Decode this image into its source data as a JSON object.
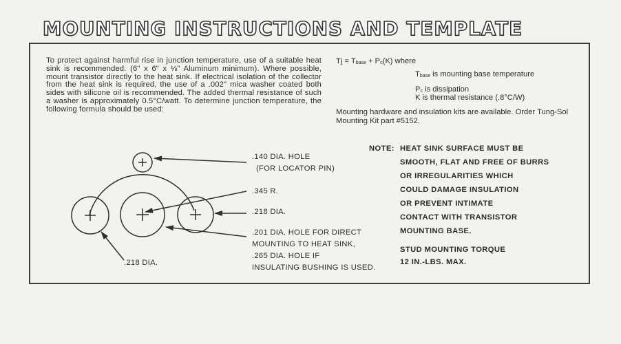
{
  "title": "MOUNTING INSTRUCTIONS AND TEMPLATE",
  "intro": "To protect against harmful rise in junction temperature, use of a suitable heat sink is recommended. (6\" x 6\" x ⅛\" Aluminum minimum). Where possible, mount transistor directly to the heat sink. If electrical isolation of the collector from the heat sink is required, the use of a .002\" mica washer coated both sides with silicone oil is recommended. The added thermal resistance of such a washer is approximately 0.5°C/watt. To determine junction temperature, the following formula should be used:",
  "formula": {
    "lhs": "Tj = T",
    "lhs_sub": "base",
    "rhs": " + P",
    "rhs_sub": "c",
    "tail": "(K) where",
    "def_base_sym": "T",
    "def_base_sub": "base",
    "def_base_text": " is mounting base temperature",
    "def_pc_sym": "P",
    "def_pc_sub": "c",
    "def_pc_text": " is dissipation",
    "def_k": "K is thermal resistance (.8°C/W)"
  },
  "hardware": "Mounting hardware and insulation kits are available. Order Tung-Sol Mounting Kit part #5152.",
  "note": {
    "label": "NOTE:",
    "lines": [
      "HEAT SINK SURFACE MUST BE",
      "SMOOTH, FLAT AND FREE OF BURRS",
      "OR IRREGULARITIES WHICH",
      "COULD DAMAGE INSULATION",
      "OR PREVENT INTIMATE",
      "CONTACT WITH TRANSISTOR",
      "MOUNTING BASE."
    ],
    "torque": [
      "STUD MOUNTING TORQUE",
      "12 IN.-LBS. MAX."
    ]
  },
  "template": {
    "locator": [
      ".140 DIA. HOLE",
      "(FOR LOCATOR PIN)"
    ],
    "radius": ".345 R.",
    "dia_right": ".218 DIA.",
    "mounting": [
      ".201 DIA. HOLE FOR DIRECT",
      "MOUNTING TO HEAT SINK,",
      ".265 DIA. HOLE IF",
      "INSULATING BUSHING IS USED."
    ],
    "dia_left": ".218 DIA."
  }
}
